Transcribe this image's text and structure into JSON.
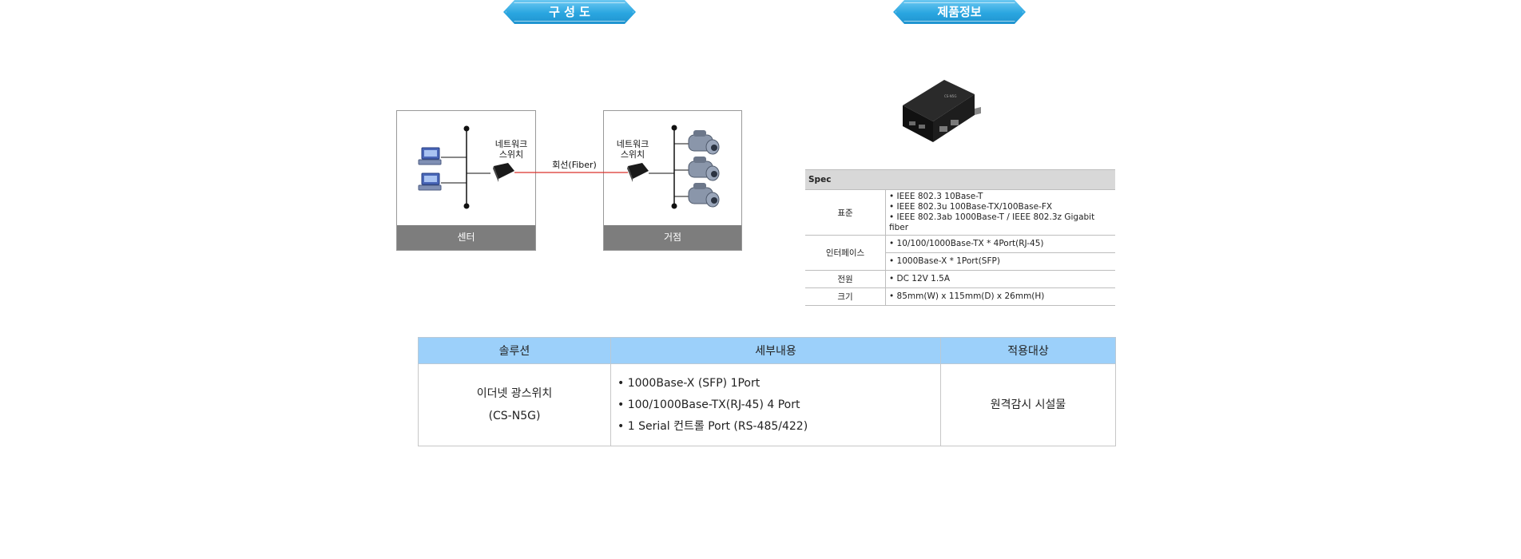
{
  "headers": {
    "config": "구 성 도",
    "product": "제품정보"
  },
  "diagram": {
    "left_site": "센터",
    "right_site": "거점",
    "switch_label_left": "네트워크\n스위치",
    "switch_label_right": "네트워크\n스위치",
    "link_label": "회선(Fiber)"
  },
  "spec": {
    "title": "Spec",
    "rows": [
      {
        "key": "표준",
        "values": [
          "IEEE 802.3 10Base-T",
          "IEEE 802.3u 100Base-TX/100Base-FX",
          "IEEE 802.3ab 1000Base-T / IEEE 802.3z Gigabit fiber"
        ]
      },
      {
        "key": "인터페이스",
        "values": [
          "10/100/1000Base-TX * 4Port(RJ-45)",
          "1000Base-X * 1Port(SFP)"
        ]
      },
      {
        "key": "전원",
        "values": [
          "DC 12V 1.5A"
        ]
      },
      {
        "key": "크기",
        "values": [
          "85mm(W) x 115mm(D) x 26mm(H)"
        ]
      }
    ]
  },
  "solution": {
    "headers": [
      "솔루션",
      "세부내용",
      "적용대상"
    ],
    "name_line1": "이더넷 광스위치",
    "name_line2": "(CS-N5G)",
    "details": [
      "• 1000Base-X (SFP)  1Port",
      "• 100/1000Base-TX(RJ-45)  4 Port",
      "• 1 Serial 컨트롤 Port (RS-485/422)"
    ],
    "target": "원격감시 시설물"
  },
  "colors": {
    "ribbon": "#2aa6e0",
    "table_header": "#9cd0fa",
    "site_label": "#7d7d7d",
    "fiber": "#d9302a"
  }
}
